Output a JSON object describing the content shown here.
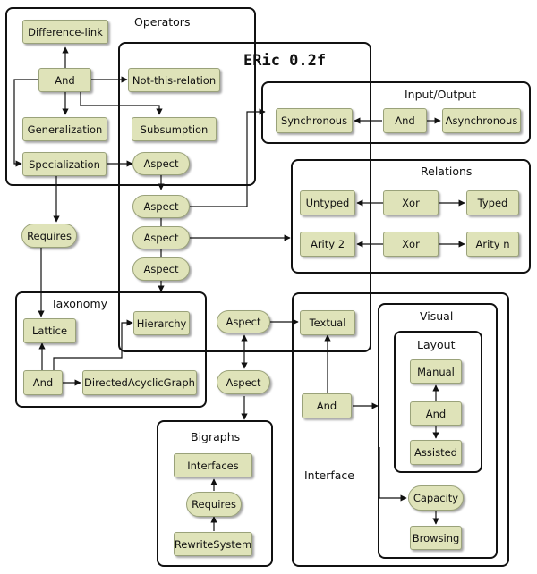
{
  "title": "ERic 0.2f",
  "groups": {
    "operators": "Operators",
    "input_output": "Input/Output",
    "relations": "Relations",
    "taxonomy": "Taxonomy",
    "visual": "Visual",
    "layout": "Layout",
    "bigraphs": "Bigraphs",
    "interface": "Interface"
  },
  "nodes": {
    "difference_link": "Difference-link",
    "and_ops": "And",
    "not_this_relation": "Not-this-relation",
    "generalization": "Generalization",
    "subsumption": "Subsumption",
    "specialization": "Specialization",
    "aspect_ops": "Aspect",
    "synchronous": "Synchronous",
    "and_io": "And",
    "asynchronous": "Asynchronous",
    "untyped": "Untyped",
    "xor_typed": "Xor",
    "typed": "Typed",
    "arity_2": "Arity 2",
    "xor_arity": "Xor",
    "arity_n": "Arity n",
    "requires_main": "Requires",
    "aspect_io": "Aspect",
    "aspect_rel": "Aspect",
    "aspect_tax": "Aspect",
    "lattice": "Lattice",
    "hierarchy": "Hierarchy",
    "and_tax": "And",
    "dag": "DirectedAcyclicGraph",
    "aspect_textual": "Aspect",
    "textual": "Textual",
    "aspect_big": "Aspect",
    "and_interface": "And",
    "manual": "Manual",
    "and_layout": "And",
    "assisted": "Assisted",
    "capacity": "Capacity",
    "browsing": "Browsing",
    "interfaces": "Interfaces",
    "requires_big": "Requires",
    "rewrite_system": "RewriteSystem"
  }
}
